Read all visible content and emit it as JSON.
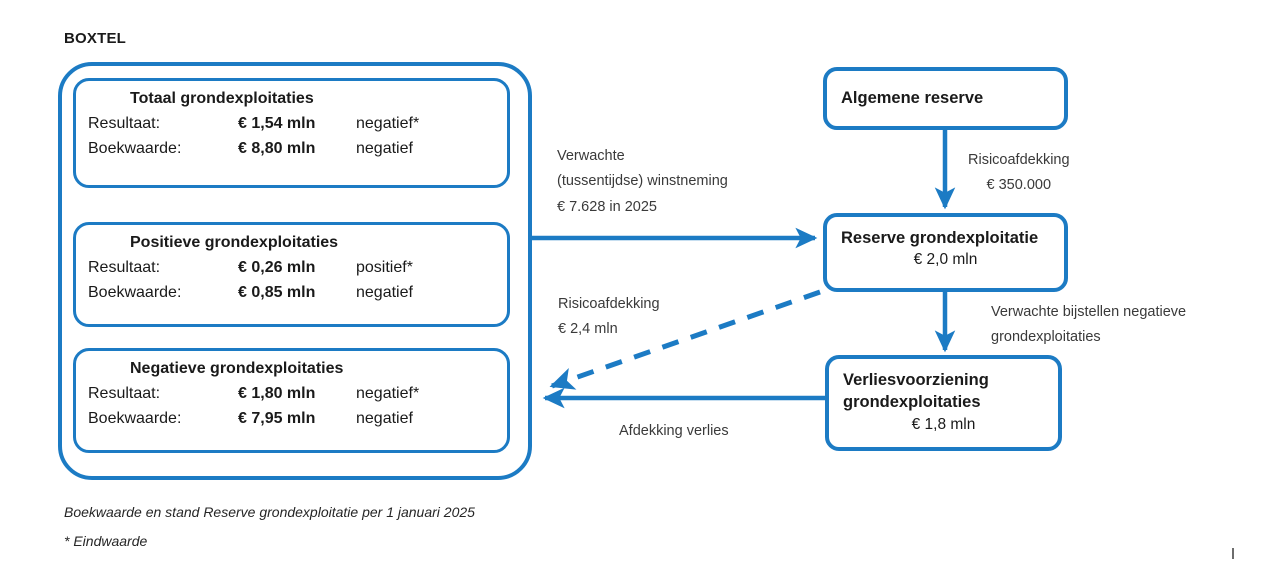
{
  "heading": "BOXTEL",
  "colors": {
    "line": "#1C7BC4",
    "text": "#1a1a1a",
    "label": "#3a3a3a"
  },
  "grondexploitaties": [
    {
      "title": "Totaal grondexploitaties",
      "rows": [
        {
          "label": "Resultaat:",
          "amount": "€ 1,54 mln",
          "sign": "negatief*"
        },
        {
          "label": "Boekwaarde:",
          "amount": "€ 8,80 mln",
          "sign": "negatief"
        }
      ]
    },
    {
      "title": "Positieve grondexploitaties",
      "rows": [
        {
          "label": "Resultaat:",
          "amount": "€ 0,26 mln",
          "sign": "positief*"
        },
        {
          "label": "Boekwaarde:",
          "amount": "€ 0,85 mln",
          "sign": "negatief"
        }
      ]
    },
    {
      "title": "Negatieve grondexploitaties",
      "rows": [
        {
          "label": "Resultaat:",
          "amount": "€ 1,80 mln",
          "sign": "negatief*"
        },
        {
          "label": "Boekwaarde:",
          "amount": "€ 7,95 mln",
          "sign": "negatief"
        }
      ]
    }
  ],
  "nodes": {
    "algemene_reserve": {
      "title": "Algemene reserve",
      "amount": ""
    },
    "reserve_grondexploitatie": {
      "title": "Reserve grondexploitatie",
      "amount": "€ 2,0 mln"
    },
    "verliesvoorziening": {
      "title_line1": "Verliesvoorziening",
      "title_line2": "grondexploitaties",
      "amount": "€ 1,8 mln"
    }
  },
  "edges": {
    "winstneming": {
      "line1": "Verwachte",
      "line2": "(tussentijdse) winstneming",
      "line3": "€ 7.628 in 2025"
    },
    "risicoafdekking_algemene": {
      "line1": "Risicoafdekking",
      "line2": "€ 350.000"
    },
    "risicoafdekking_reserve": {
      "line1": "Risicoafdekking",
      "line2": "€ 2,4 mln"
    },
    "bijstellen": {
      "line1": "Verwachte bijstellen negatieve",
      "line2": "grondexploitaties"
    },
    "afdekking_verlies": {
      "line1": "Afdekking verlies"
    }
  },
  "footnotes": [
    "Boekwaarde en stand Reserve grondexploitatie per 1 januari 2025",
    "* Eindwaarde"
  ]
}
